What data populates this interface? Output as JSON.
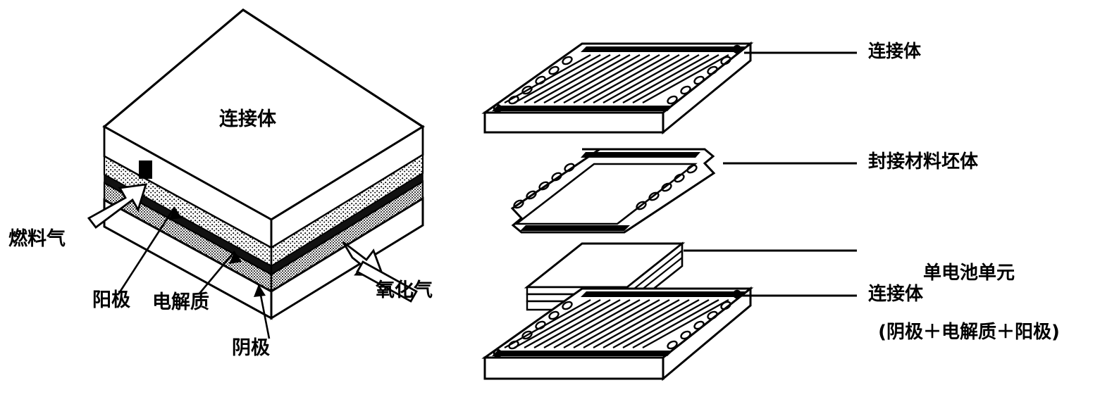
{
  "figure": {
    "kind": "technical-line-diagram",
    "subject": "planar solid oxide fuel cell stack — assembled view and exploded view",
    "background_color": "#ffffff",
    "line_color": "#000000"
  },
  "left_view": {
    "name": "assembled-stack-3d-block",
    "top_face_label": "连接体",
    "callouts": [
      {
        "id": "fuel-gas",
        "text": "燃料气",
        "arrow": "hollow-block-arrow",
        "direction": "into-stack-upper-left"
      },
      {
        "id": "anode",
        "text": "阳极",
        "arrow": "thin-leader-arrow",
        "direction": "up-right"
      },
      {
        "id": "electrolyte",
        "text": "电解质",
        "arrow": "thin-leader-arrow",
        "direction": "up-right"
      },
      {
        "id": "cathode",
        "text": "阴极",
        "arrow": "thin-leader-arrow",
        "direction": "up-left"
      },
      {
        "id": "oxidant-gas",
        "text": "氧化气",
        "arrow": "hollow-block-arrow",
        "direction": "into-stack-upper-left"
      }
    ],
    "layer_order_top_to_bottom": [
      "连接体",
      "阳极",
      "电解质",
      "阴极",
      "连接体"
    ]
  },
  "right_view": {
    "name": "exploded-assembly",
    "parts": [
      {
        "id": "connector-top",
        "label": "连接体",
        "shape": "ribbed-channel-plate"
      },
      {
        "id": "seal-blank",
        "label": "封接材料坯体",
        "shape": "open-frame-gasket"
      },
      {
        "id": "cell-unit",
        "label": "单电池单元",
        "sublabel": "(阴极＋电解质＋阳极)",
        "shape": "thin-three-layer-plate"
      },
      {
        "id": "connector-bottom",
        "label": "连接体",
        "shape": "ribbed-channel-plate"
      }
    ]
  }
}
